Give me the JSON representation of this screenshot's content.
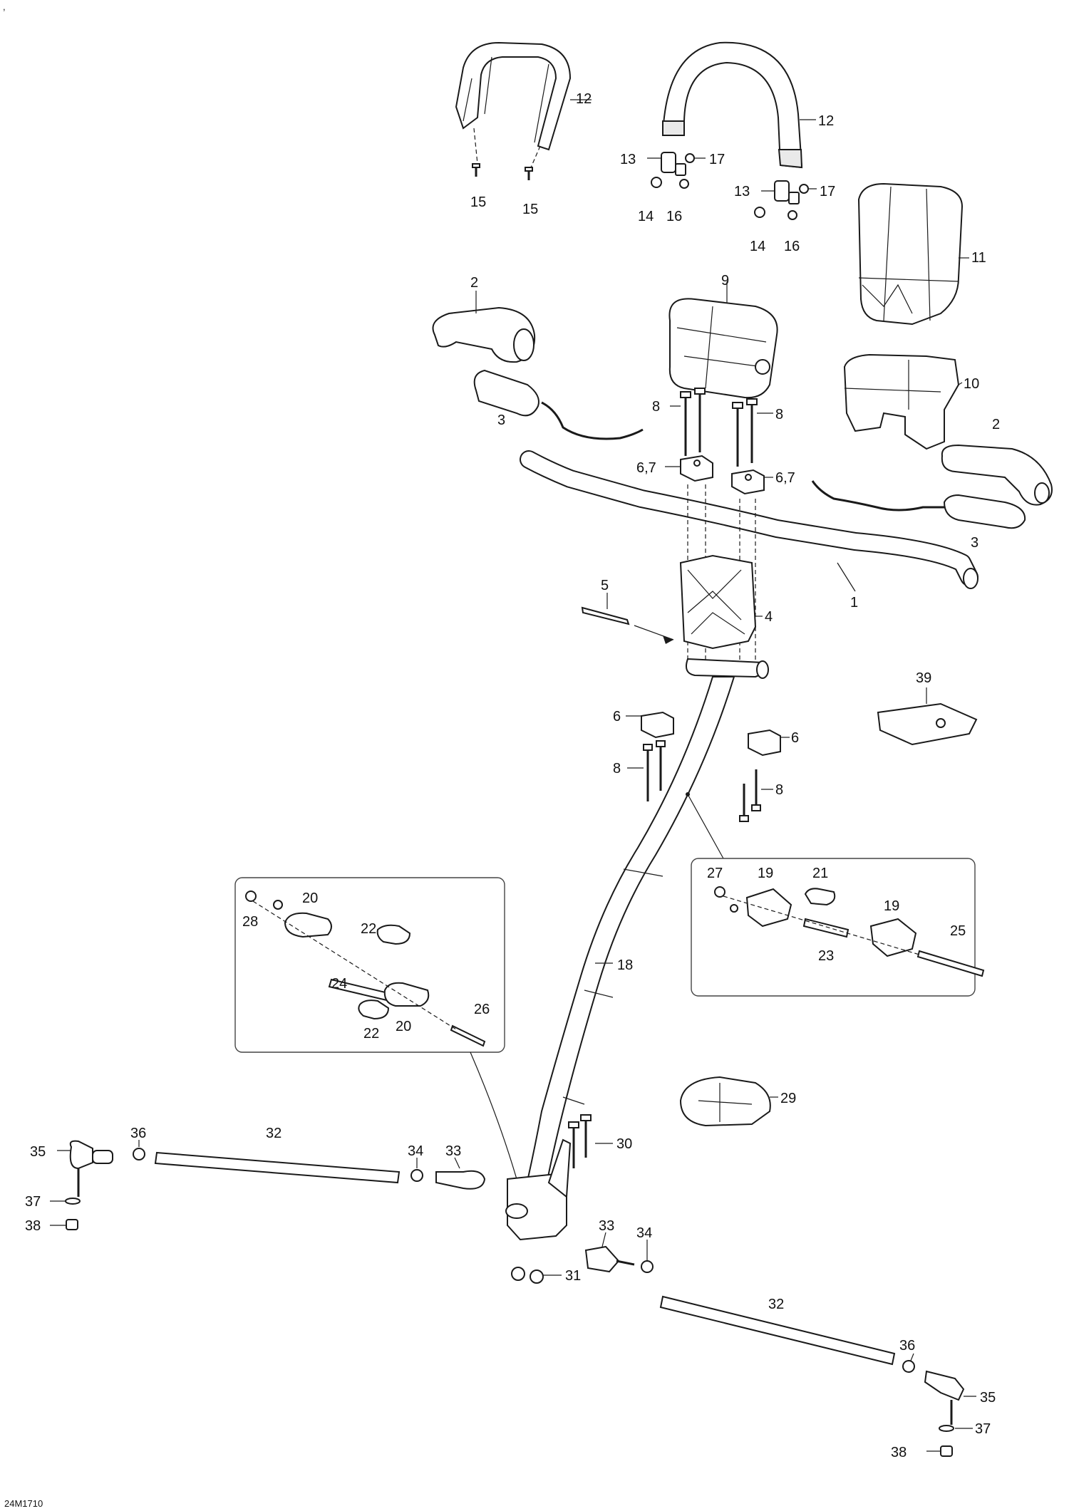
{
  "drawing_code": "24M1710",
  "corner_mark": ",",
  "callouts": {
    "c1": "1",
    "c2a": "2",
    "c2b": "2",
    "c3a": "3",
    "c3b": "3",
    "c4": "4",
    "c5": "5",
    "c67a": "6,7",
    "c67b": "6,7",
    "c6a": "6",
    "c6b": "6",
    "c8a": "8",
    "c8b": "8",
    "c8c": "8",
    "c8d": "8",
    "c9": "9",
    "c10": "10",
    "c11": "11",
    "c12a": "12",
    "c12b": "12",
    "c13a": "13",
    "c13b": "13",
    "c14a": "14",
    "c14b": "14",
    "c15a": "15",
    "c15b": "15",
    "c16a": "16",
    "c16b": "16",
    "c17a": "17",
    "c17b": "17",
    "c18": "18",
    "c19a": "19",
    "c19b": "19",
    "c20a": "20",
    "c20b": "20",
    "c21": "21",
    "c22a": "22",
    "c22b": "22",
    "c23": "23",
    "c24": "24",
    "c25": "25",
    "c26": "26",
    "c27": "27",
    "c28": "28",
    "c29": "29",
    "c30": "30",
    "c31": "31",
    "c32a": "32",
    "c32b": "32",
    "c33a": "33",
    "c33b": "33",
    "c34a": "34",
    "c34b": "34",
    "c35a": "35",
    "c35b": "35",
    "c36a": "36",
    "c36b": "36",
    "c37a": "37",
    "c37b": "37",
    "c38a": "38",
    "c38b": "38",
    "c39": "39"
  }
}
